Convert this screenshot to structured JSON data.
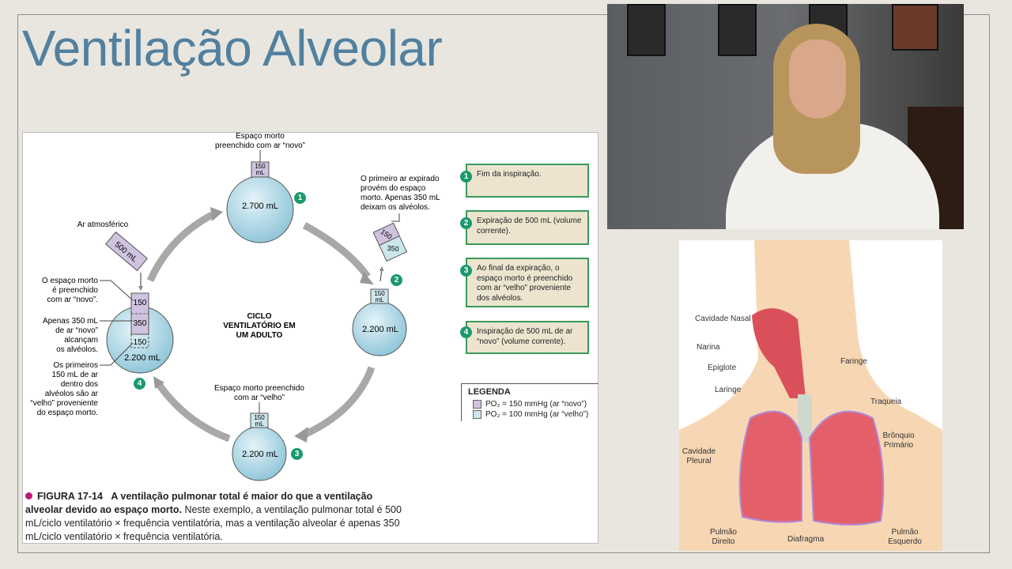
{
  "slide": {
    "title": "Ventilação Alveolar"
  },
  "figure": {
    "center_label": [
      "CICLO",
      "VENTILATÓRIO EM",
      "UM ADULTO"
    ],
    "top": {
      "note": [
        "Espaço morto",
        "preenchido com ar “novo”"
      ],
      "dead_space": [
        "150",
        "mL"
      ],
      "volume": "2.700 mL",
      "step": "1"
    },
    "right": {
      "note": [
        "O primeiro ar expirado",
        "provém do espaço",
        "morto. Apenas 350 mL",
        "deixam os alvéolos."
      ],
      "exp_150": "150",
      "exp_350": "350",
      "dead_space": [
        "150",
        "mL"
      ],
      "volume": "2.200 mL",
      "step": "2"
    },
    "bottom": {
      "note": [
        "Espaço morto preenchido",
        "com ar “velho”"
      ],
      "dead_space": [
        "150",
        "mL"
      ],
      "volume": "2.200 mL",
      "step": "3"
    },
    "left": {
      "atm": "Ar atmosférico",
      "inspired": "500 mL",
      "seg1": "150",
      "seg2": "350",
      "seg3": "150",
      "volume": "2.200 mL",
      "step": "4",
      "note1": [
        "O espaço morto",
        "é preenchido",
        "com ar “novo”."
      ],
      "note2": [
        "Apenas 350 mL",
        "de ar “novo”",
        "alcançam",
        "os alvéolos."
      ],
      "note3": [
        "Os primeiros",
        "150 mL de ar",
        "dentro dos",
        "alvéolos são ar",
        "“velho” proveniente",
        "do espaço morto."
      ]
    },
    "steps": [
      {
        "n": "1",
        "text": "Fim da inspiração."
      },
      {
        "n": "2",
        "text": "Expiração de 500 mL (volume corrente)."
      },
      {
        "n": "3",
        "text": "Ao final da expiração, o espaço morto é preenchido com ar “velho” proveniente dos alvéolos."
      },
      {
        "n": "4",
        "text": "Inspiração de 500 mL de ar “novo” (volume corrente)."
      }
    ],
    "legend": {
      "title": "LEGENDA",
      "items": [
        {
          "text": "PO₂ = 150 mmHg (ar “novo”)",
          "color": "#cfc3e0"
        },
        {
          "text": "PO₂ = 100 mmHg (ar “velho”)",
          "color": "#cde6ee"
        }
      ]
    },
    "caption": {
      "label": "FIGURA 17-14",
      "bold": "A ventilação pulmonar total é maior do que a ventilação alveolar devido ao espaço morto.",
      "text": "Neste exemplo, a ventilação pulmonar total é 500 mL/ciclo ventilatório × frequência ventilatória, mas a ventilação alveolar é apenas 350 mL/ciclo ventilatório × frequência ventilatória."
    }
  },
  "anatomy": {
    "labels": {
      "cavidade_nasal": "Cavidade Nasal",
      "narina": "Narina",
      "epiglote": "Epiglote",
      "laringe": "Laringe",
      "faringe": "Faringe",
      "traqueia": "Traqueia",
      "bronquio": "Brônquio Primário",
      "cavidade_pleural": "Cavidade Pleural",
      "pulmao_direito": "Pulmão Direito",
      "diafragma": "Diafragma",
      "pulmao_esquerdo": "Pulmão Esquerdo"
    }
  },
  "colors": {
    "title": "#52809f",
    "step_badge": "#1a9a6c",
    "step_box": "#ece4cf",
    "alveoli": "#a9d6e6",
    "new_air": "#cfc3e0"
  }
}
